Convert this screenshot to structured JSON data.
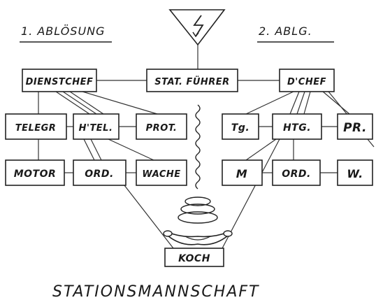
{
  "headings": {
    "left": "1. ABLÖSUNG",
    "right": "2. ABLG."
  },
  "nodes": {
    "stat_fuehrer": "STAT. FÜHRER",
    "dienstchef": "DIENSTCHEF",
    "dchef": "D'CHEF",
    "telegr": "TELEGR",
    "htel": "H'TEL.",
    "prot": "PROT.",
    "tg": "Tg.",
    "htg": "HTG.",
    "pr": "PR.",
    "motor": "MOTOR",
    "ord_left": "ORD.",
    "wache": "WACHE",
    "m": "M",
    "ord_right": "ORD.",
    "w": "W.",
    "koch": "KOCH"
  },
  "caption": "STATIONSMANNSCHAFT",
  "symbols": {
    "antenna": "lightning-bolt-icon",
    "food": "sausage-icon"
  }
}
